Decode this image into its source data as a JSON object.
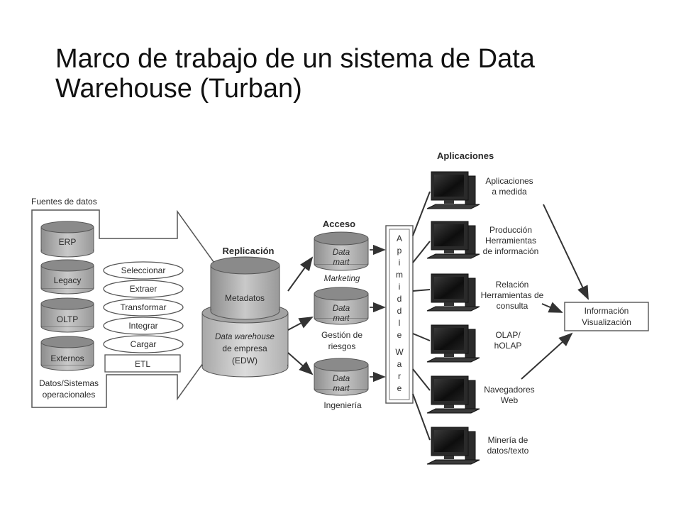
{
  "title": "Marco de trabajo de un sistema de Data Warehouse (Turban)",
  "sources": {
    "header": "Fuentes de datos",
    "items": [
      "ERP",
      "Legacy",
      "OLTP",
      "Externos"
    ],
    "footer_line1": "Datos/Sistemas",
    "footer_line2": "operacionales"
  },
  "etl": {
    "steps": [
      "Seleccionar",
      "Extraer",
      "Transformar",
      "Integrar",
      "Cargar"
    ],
    "label": "ETL"
  },
  "replication": {
    "header": "Replicación",
    "metadata": "Metadatos",
    "edw_line1": "Data warehouse",
    "edw_line2": "de empresa",
    "edw_line3": "(EDW)"
  },
  "access": {
    "header": "Acceso",
    "marts": [
      {
        "line1": "Data",
        "line2": "mart",
        "caption_line1": "Marketing",
        "caption_line2": ""
      },
      {
        "line1": "Data",
        "line2": "mart",
        "caption_line1": "Gestión de",
        "caption_line2": "riesgos"
      },
      {
        "line1": "Data",
        "line2": "mart",
        "caption_line1": "Ingeniería",
        "caption_line2": ""
      }
    ]
  },
  "middleware": {
    "letters": [
      "A",
      "p",
      "i",
      "m",
      "i",
      "d",
      "d",
      "l",
      "e",
      "W",
      "a",
      "r",
      "e"
    ]
  },
  "applications": {
    "header": "Aplicaciones",
    "items": [
      {
        "line1": "Aplicaciones",
        "line2": "a medida",
        "line3": ""
      },
      {
        "line1": "Producción",
        "line2": "Herramientas",
        "line3": "de información"
      },
      {
        "line1": "Relación",
        "line2": "Herramientas de",
        "line3": "consulta"
      },
      {
        "line1": "OLAP/",
        "line2": "hOLAP",
        "line3": ""
      },
      {
        "line1": "Navegadores",
        "line2": "Web",
        "line3": ""
      },
      {
        "line1": "Minería de",
        "line2": "datos/texto",
        "line3": ""
      }
    ]
  },
  "output": {
    "line1": "Información",
    "line2": "Visualización"
  },
  "icons": {
    "database": "cylinder-icon",
    "computer": "computer-icon"
  },
  "colors": {
    "cylinder_top": "#9a9a9a",
    "cylinder_body": "#b8b8b8",
    "stroke": "#555555",
    "monitor": "#1a1a1a",
    "panel_fill": "#ffffff"
  }
}
